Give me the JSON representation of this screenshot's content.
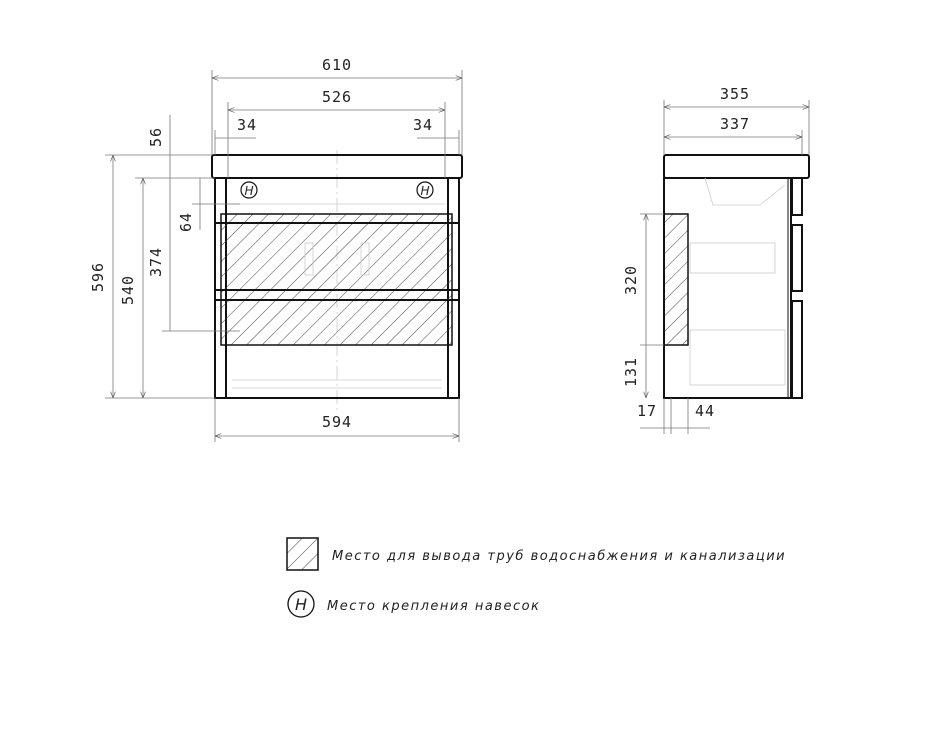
{
  "front_view": {
    "dims": {
      "overall_width": "610",
      "inner_width": "526",
      "left_offset": "34",
      "right_offset": "34",
      "top_thickness": "56",
      "hanger_offset": "64",
      "mount_height": "374",
      "body_height": "540",
      "total_height": "596",
      "body_width": "594"
    },
    "hanger_mark": "H"
  },
  "side_view": {
    "dims": {
      "overall_depth": "355",
      "body_depth": "337",
      "pipe_zone_height": "320",
      "bottom_offset": "131",
      "back_offset": "17",
      "pipe_zone_depth": "44"
    }
  },
  "legend": {
    "pipe_zone_label": "Место для вывода труб водоснабжения и канализации",
    "hanger_label": "Место крепления навесок",
    "hanger_symbol": "H"
  }
}
